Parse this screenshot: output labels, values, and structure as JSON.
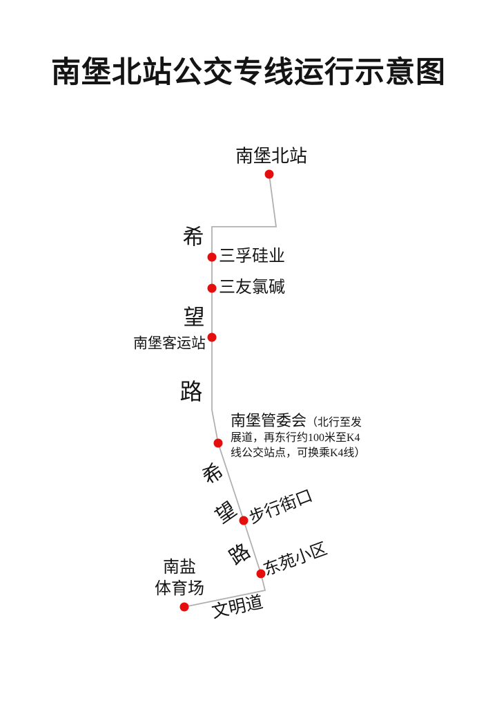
{
  "title": "南堡北站公交专线运行示意图",
  "colors": {
    "dot_red": "#e60d0d",
    "line_gray": "#b0b0b0",
    "text": "#141414"
  },
  "road_labels": {
    "upper": [
      "希",
      "望",
      "路"
    ],
    "lower": [
      "希",
      "望",
      "路"
    ],
    "cross_street": "文明道"
  },
  "stations": [
    {
      "name": "南堡北站"
    },
    {
      "name": "三孚硅业"
    },
    {
      "name": "三友氯碱"
    },
    {
      "name": "南堡客运站"
    },
    {
      "name": "南堡管委会",
      "note_lines": [
        "（北行至发",
        "展道，再东行约100米至K4",
        "线公交站点，可换乘K4线）"
      ]
    },
    {
      "name": "步行街口"
    },
    {
      "name": "东苑小区"
    },
    {
      "name": "南盐体育场",
      "lines": [
        "南盐",
        "体育场"
      ]
    }
  ]
}
